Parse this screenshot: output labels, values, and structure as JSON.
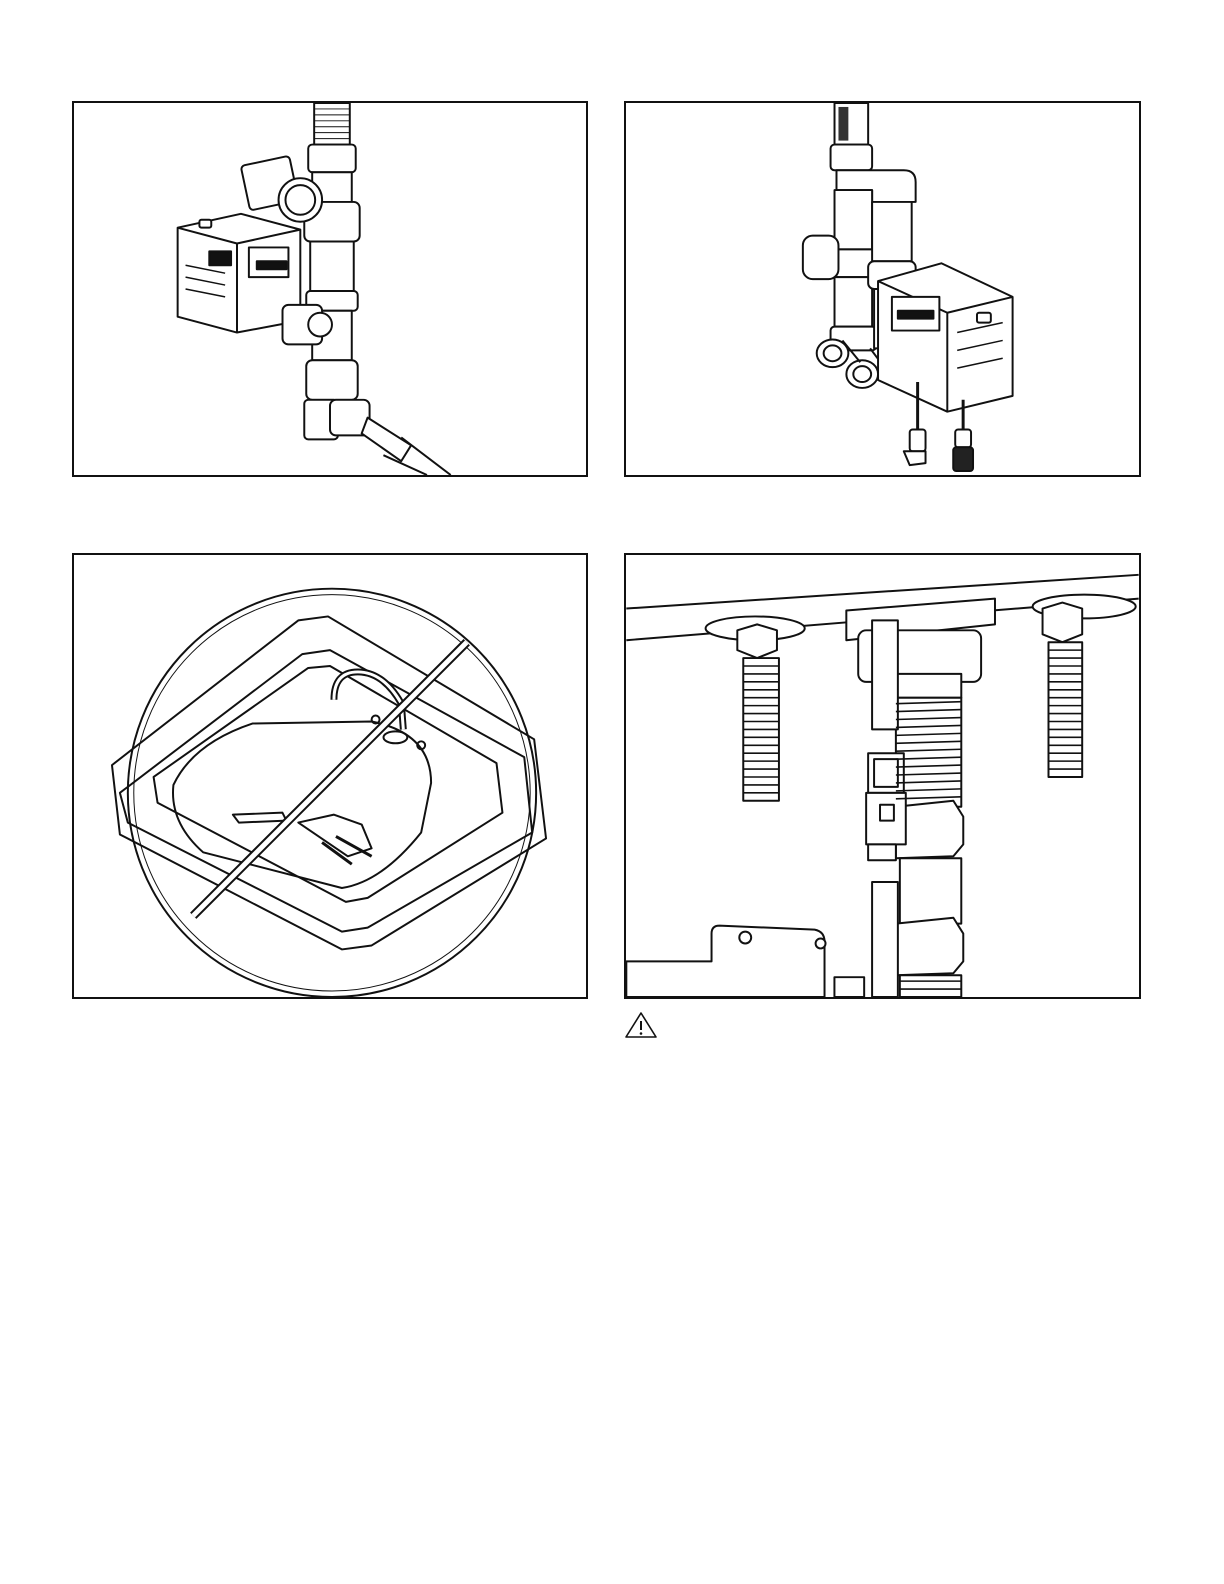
{
  "figures": [
    {
      "id": "fig-valve-assembly-installed"
    },
    {
      "id": "fig-mixing-valve-assembly"
    },
    {
      "id": "fig-sink-prohibited"
    },
    {
      "id": "fig-under-deck-connector"
    }
  ],
  "warning": {
    "icon": "warning-triangle-icon",
    "text": ""
  },
  "colors": {
    "line": "#111111",
    "light": "#cccccc",
    "background": "#ffffff"
  }
}
